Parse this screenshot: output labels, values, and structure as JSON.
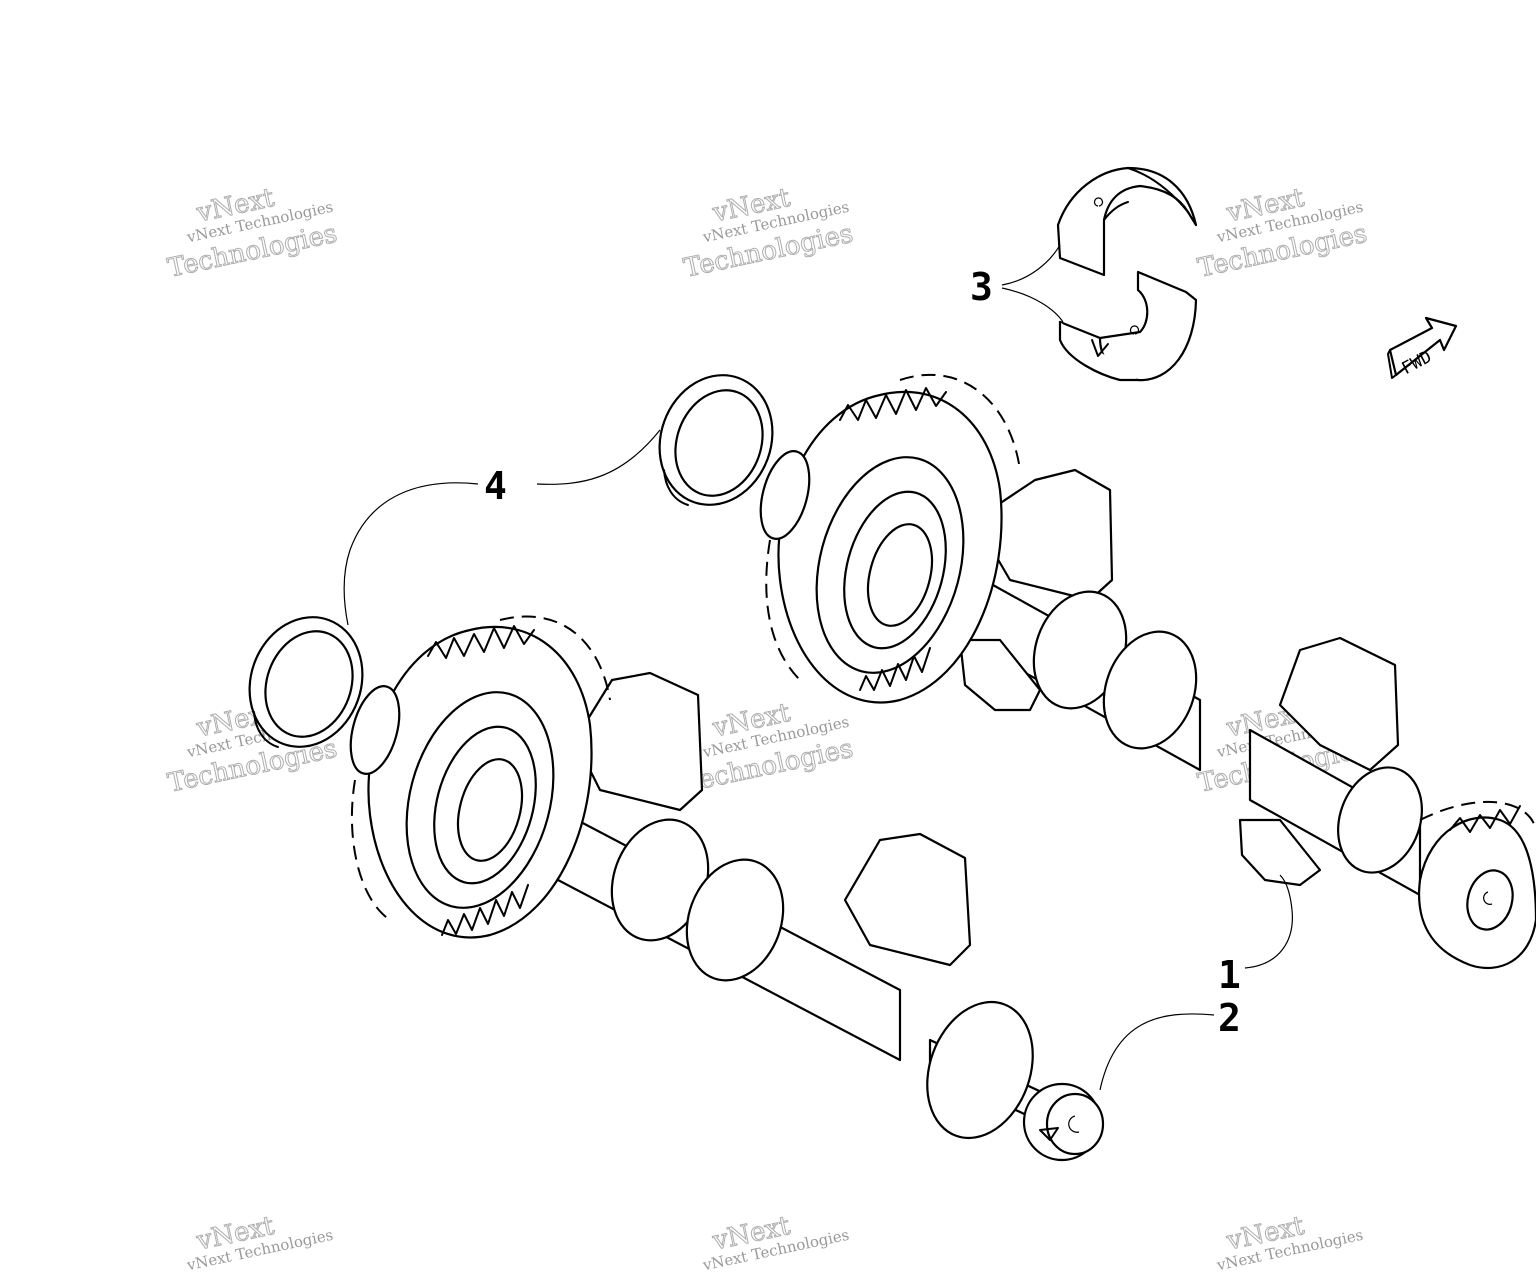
{
  "diagram": {
    "callouts": [
      {
        "id": "callout-1",
        "label": "1"
      },
      {
        "id": "callout-2",
        "label": "2"
      },
      {
        "id": "callout-3",
        "label": "3"
      },
      {
        "id": "callout-4",
        "label": "4"
      }
    ],
    "fwd_arrow": {
      "label": "FWD"
    },
    "watermark": {
      "line1": "vNext",
      "line2": "vNext Technologies",
      "line3": "Technologies"
    }
  },
  "colors": {
    "ink": "#000000",
    "paper": "#ffffff",
    "watermark": "#9a9a9a"
  }
}
